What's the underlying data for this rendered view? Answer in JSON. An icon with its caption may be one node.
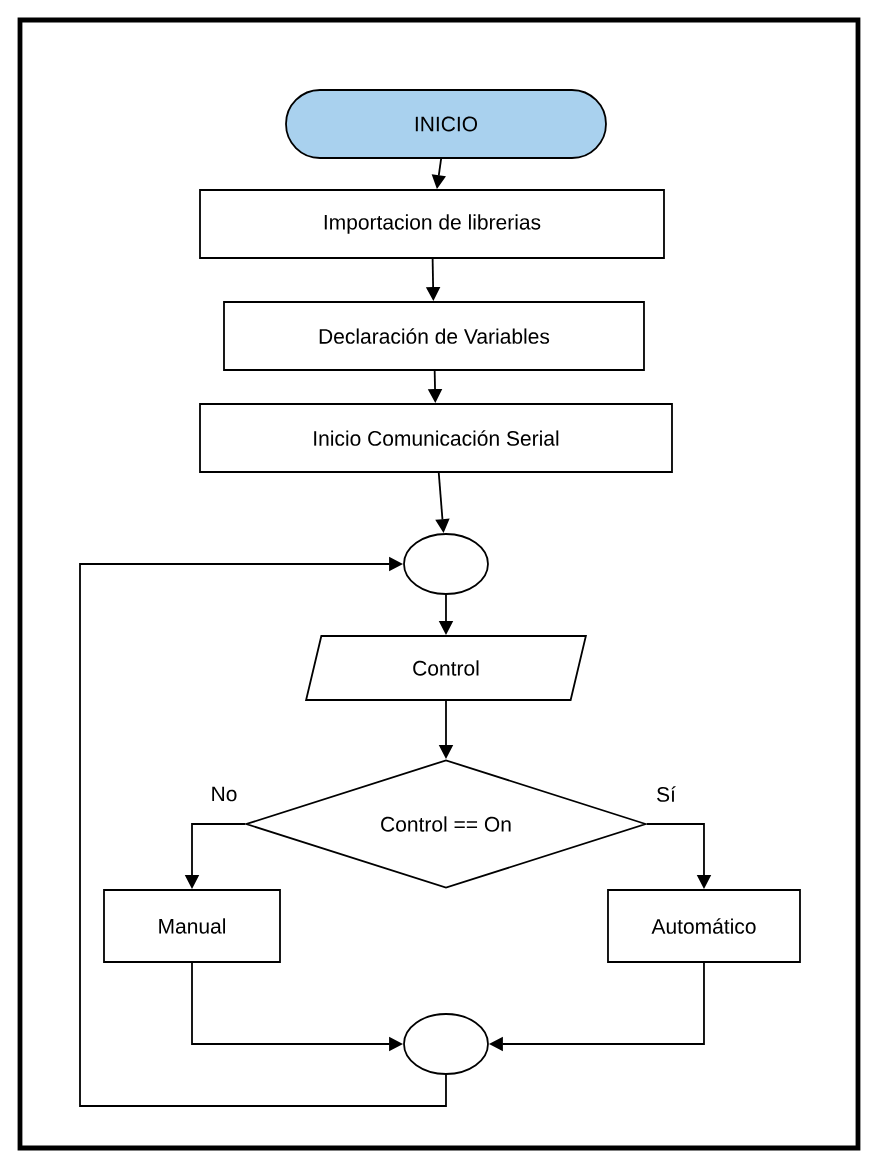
{
  "diagram": {
    "nodes": [
      {
        "text": [
          "INICIO"
        ]
      },
      {
        "text": [
          "Importacion de librerias"
        ]
      },
      {
        "text": [
          "Declaración de Variables"
        ]
      },
      {
        "text": [
          "Inicio Comunicación Serial"
        ]
      },
      {
        "text": [],
        "shape": "circle"
      },
      {
        "text": [
          "Control"
        ]
      },
      {
        "text": [
          "Control == On"
        ]
      },
      {
        "text": [
          "Manual"
        ]
      },
      {
        "text": [
          "Automático"
        ]
      },
      {
        "text": [],
        "shape": "circle"
      }
    ],
    "edges": [
      {
        "from": 0,
        "to": 1,
        "arrow": "to"
      },
      {
        "from": 1,
        "to": 2,
        "arrow": "to"
      },
      {
        "from": 2,
        "to": 3,
        "arrow": "to"
      },
      {
        "from": 3,
        "to": 4,
        "arrow": "to"
      },
      {
        "from": 4,
        "to": 5,
        "arrow": "to"
      },
      {
        "from": 5,
        "to": 6,
        "arrow": "to"
      },
      {
        "from": 6,
        "to": 7,
        "label": "No",
        "arrow": "to"
      },
      {
        "from": 6,
        "to": 8,
        "label": "Sí",
        "arrow": "to"
      },
      {
        "from": 7,
        "to": 9,
        "arrow": "to"
      },
      {
        "from": 8,
        "to": 9,
        "arrow": "to"
      },
      {
        "from": 9,
        "to": 4,
        "arrow": "to"
      }
    ]
  }
}
